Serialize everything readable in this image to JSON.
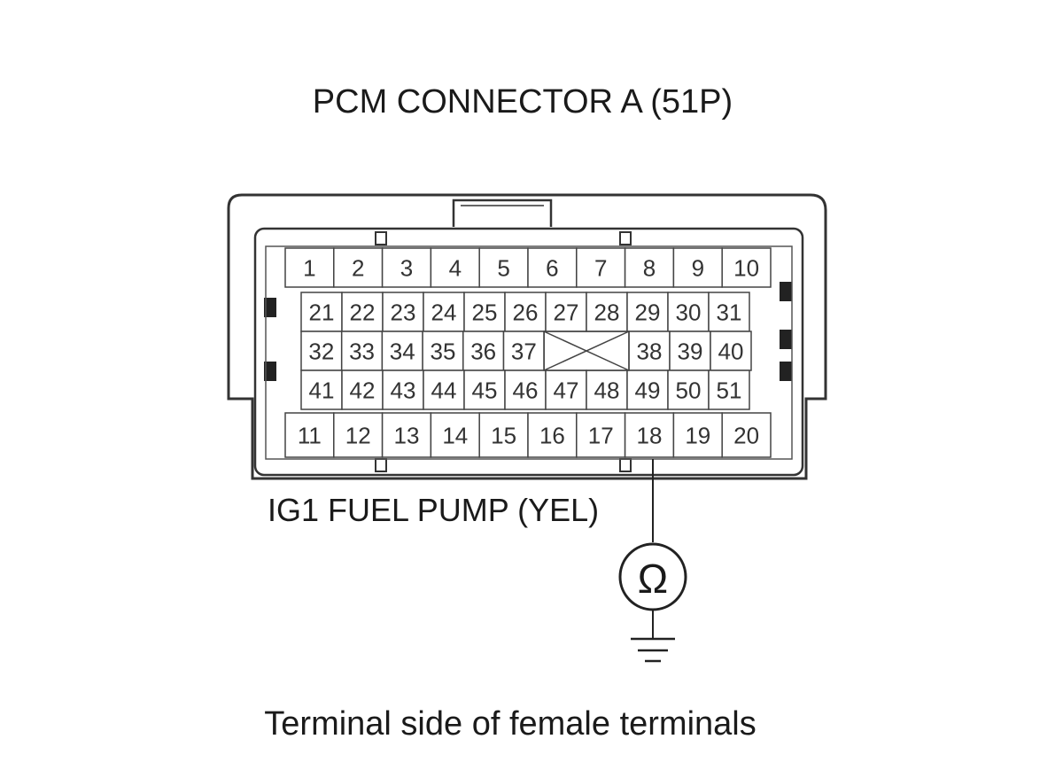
{
  "title": "PCM CONNECTOR A (51P)",
  "wire_label": "IG1 FUEL PUMP (YEL)",
  "meter_symbol": "Ω",
  "meter_icon": "ohmmeter-icon",
  "ground_icon": "ground-icon",
  "caption": "Terminal side of female terminals",
  "probed_terminal": "18",
  "terminals": {
    "row_top": [
      "1",
      "2",
      "3",
      "4",
      "5",
      "6",
      "7",
      "8",
      "9",
      "10"
    ],
    "row_2": [
      "21",
      "22",
      "23",
      "24",
      "25",
      "26",
      "27",
      "28",
      "29",
      "30",
      "31"
    ],
    "row_3_left": [
      "32",
      "33",
      "34",
      "35",
      "36",
      "37"
    ],
    "row_3_right": [
      "38",
      "39",
      "40"
    ],
    "row_4": [
      "41",
      "42",
      "43",
      "44",
      "45",
      "46",
      "47",
      "48",
      "49",
      "50",
      "51"
    ],
    "row_bottom": [
      "11",
      "12",
      "13",
      "14",
      "15",
      "16",
      "17",
      "18",
      "19",
      "20"
    ]
  },
  "colors": {
    "line": "#333333",
    "text": "#1a1a1a"
  }
}
